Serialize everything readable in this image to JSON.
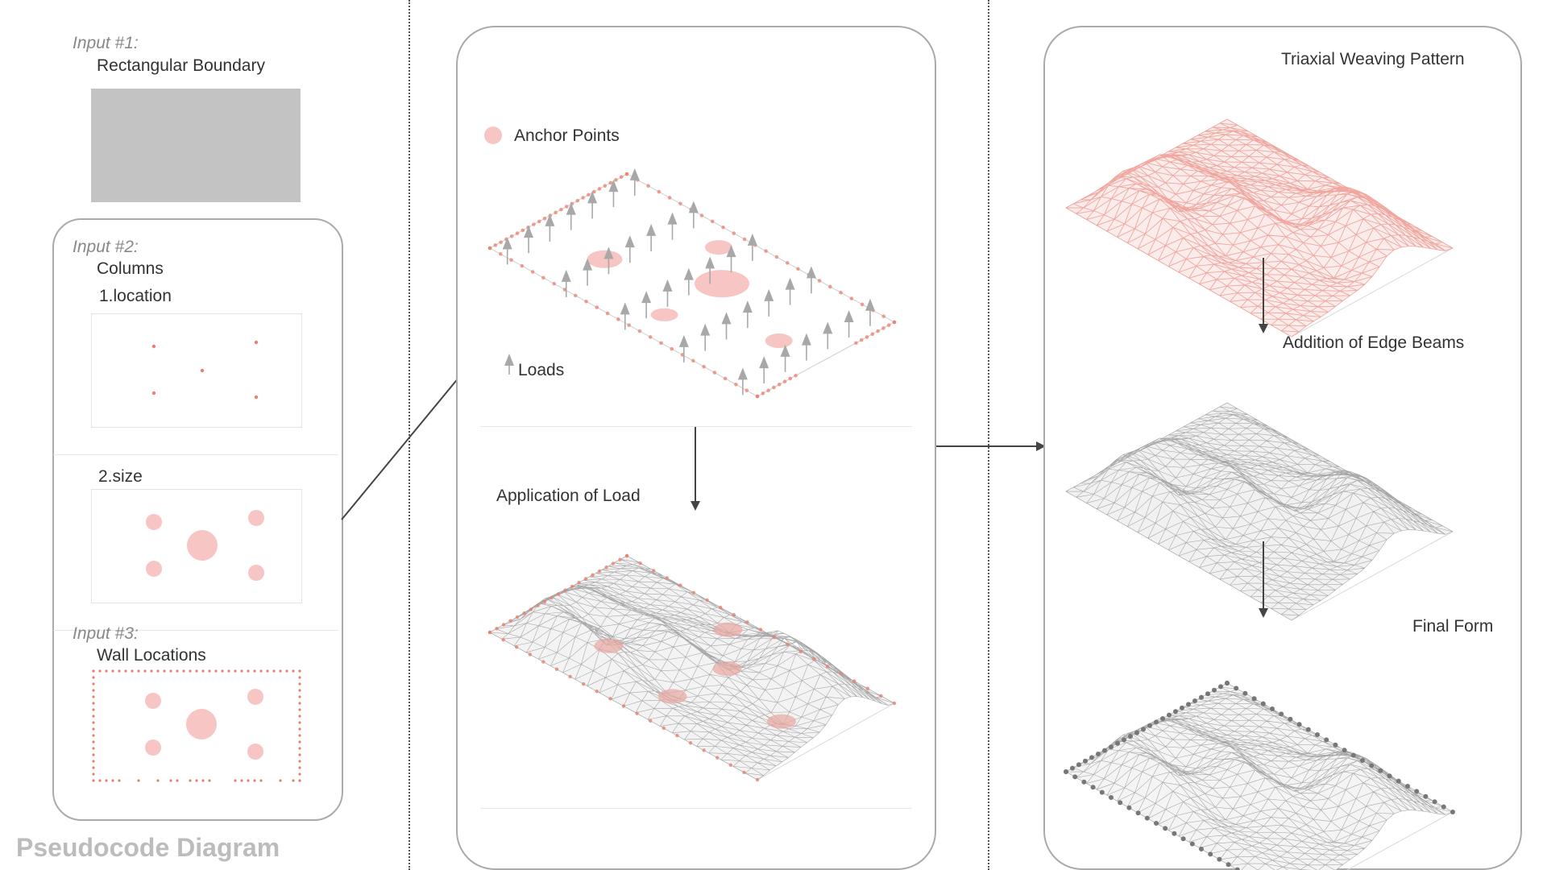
{
  "left": {
    "input1_tag": "Input #1:",
    "input1_label": "Rectangular Boundary",
    "input2_tag": "Input #2:",
    "input2_label": "Columns",
    "location_label": "1.location",
    "size_label": "2.size",
    "input3_tag": "Input #3:",
    "input3_label": "Wall Locations",
    "diagram_title": "Pseudocode Diagram"
  },
  "middle": {
    "anchor_legend": "Anchor Points",
    "loads_label": "Loads",
    "application_label": "Application of Load"
  },
  "right": {
    "triaxial_label": "Triaxial Weaving Pattern",
    "edge_beams_label": "Addition of Edge Beams",
    "final_form_label": "Final Form"
  },
  "colors": {
    "anchor_pink": "#f7c6c4",
    "point_red": "#e8806e",
    "boundary_gray": "#c3c3c3",
    "mesh_gray": "#9a9a9a",
    "mesh_pink": "#ef9a90",
    "arrow_gray": "#a8a8a8"
  }
}
